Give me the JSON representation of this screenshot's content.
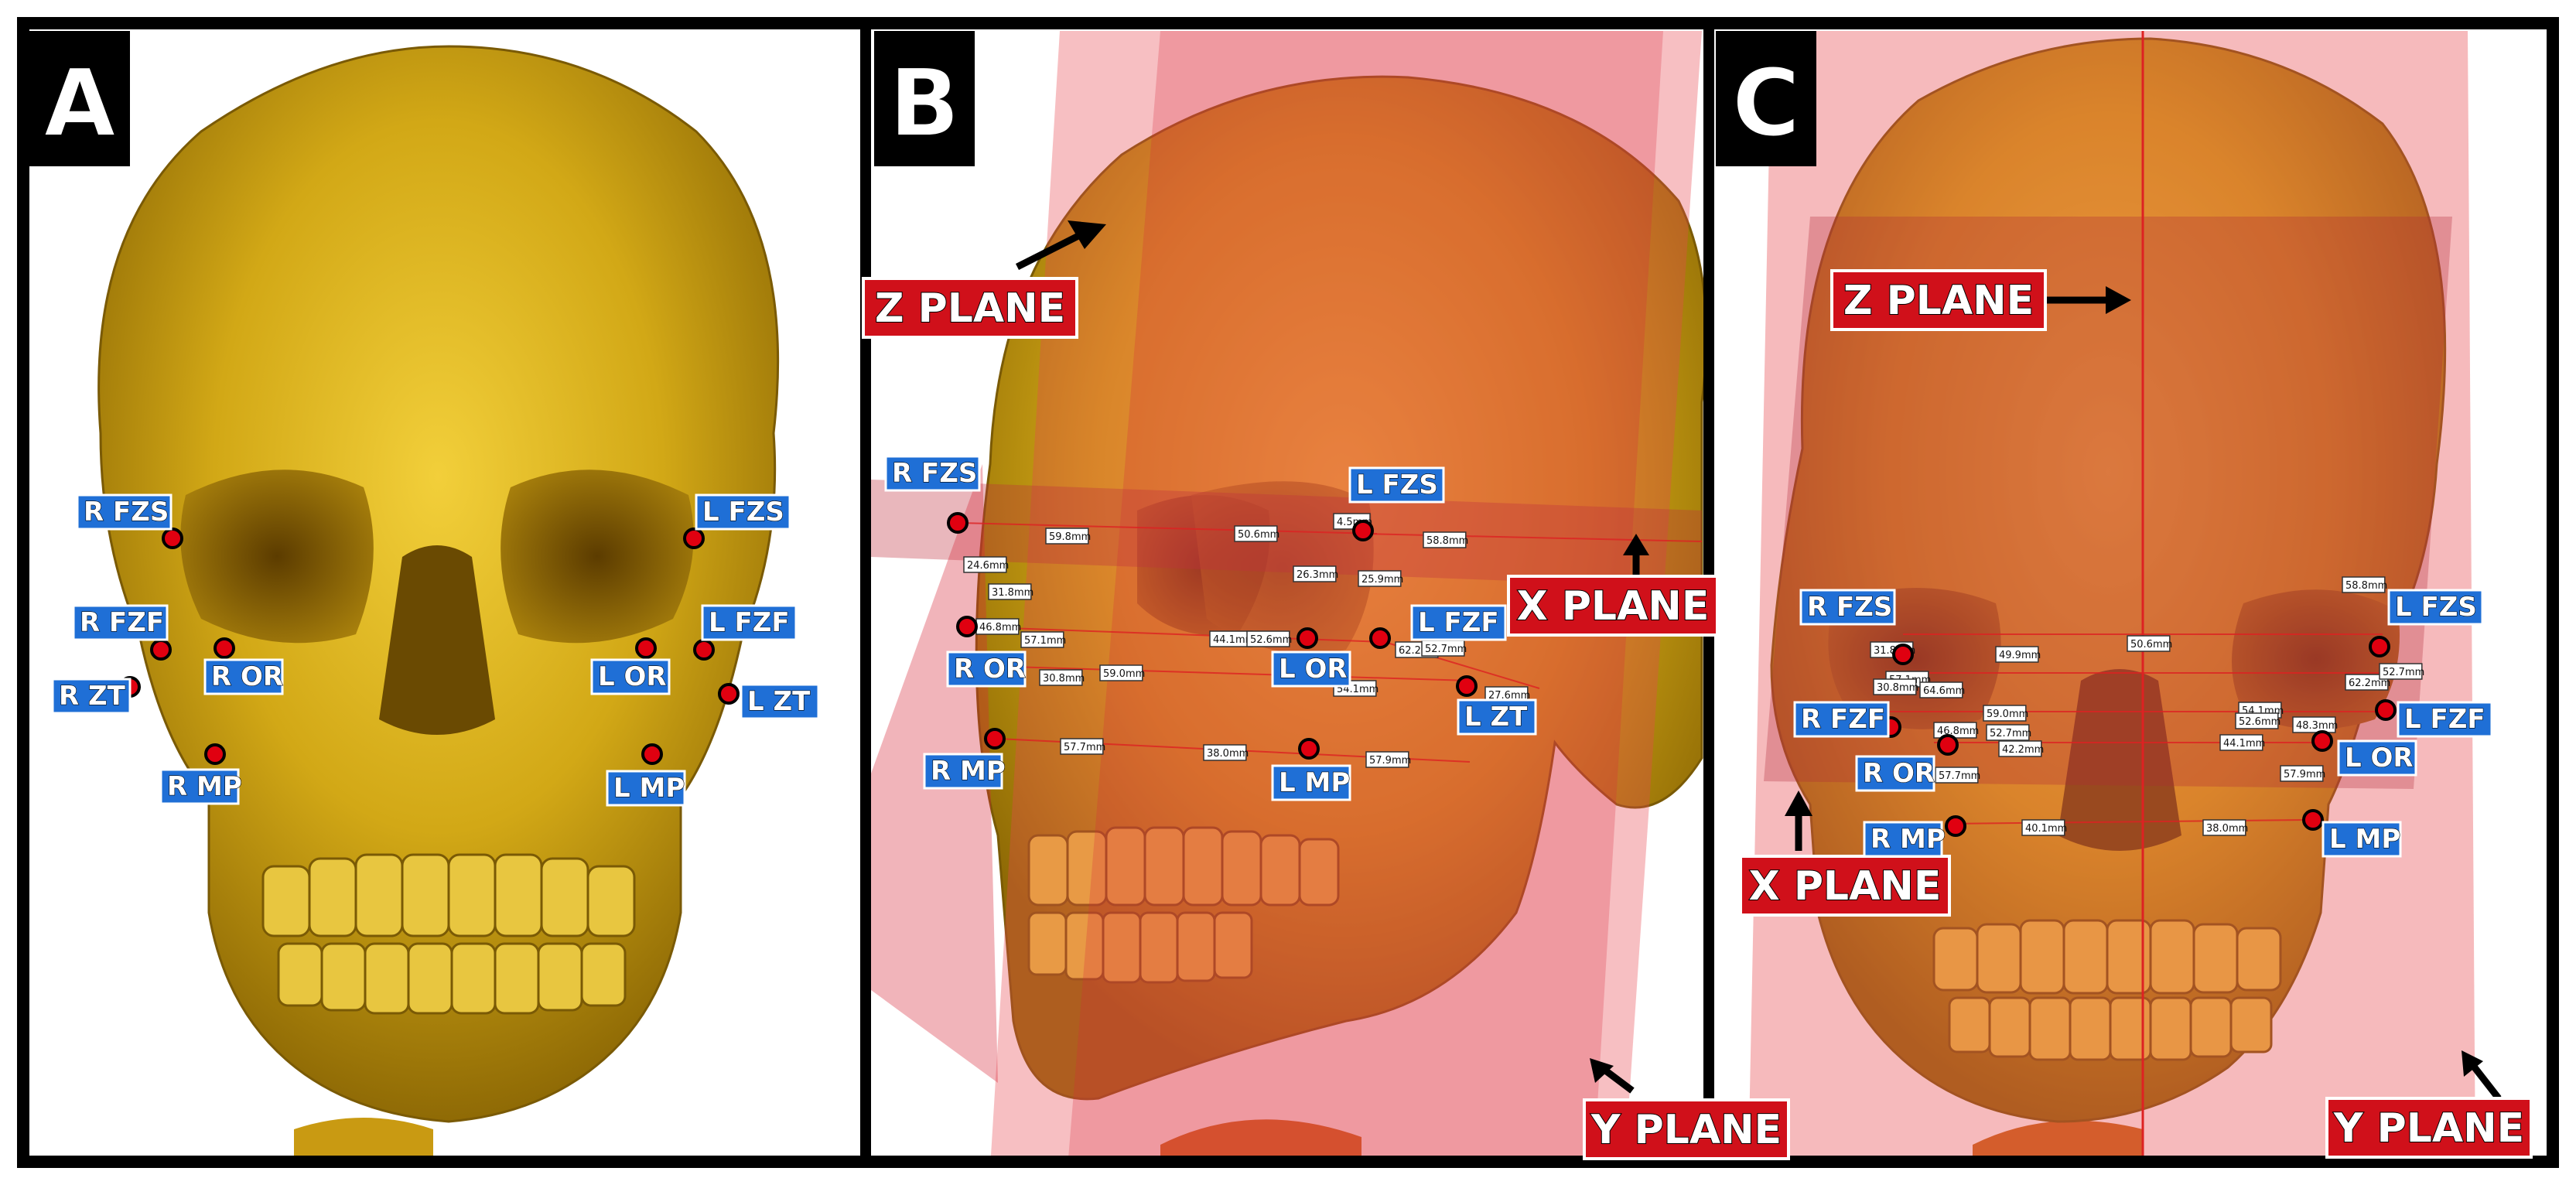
{
  "panels": {
    "A": {
      "letter": "A",
      "landmarks": [
        "R FZS",
        "L FZS",
        "R FZF",
        "L FZF",
        "R OR",
        "L OR",
        "R ZT",
        "L ZT",
        "R MP",
        "L MP"
      ]
    },
    "B": {
      "letter": "B",
      "landmarks": [
        "R FZS",
        "L FZS",
        "R OR",
        "L OR",
        "L FZF",
        "L ZT",
        "R MP",
        "L MP"
      ],
      "planes": [
        "Z PLANE",
        "X PLANE",
        "Y PLANE"
      ],
      "measurements": [
        "24.6mm",
        "59.8mm",
        "31.8mm",
        "46.8mm",
        "57.1mm",
        "30.8mm",
        "59.0mm",
        "57.7mm",
        "38.0mm",
        "50.6mm",
        "26.3mm",
        "25.9mm",
        "44.1mm",
        "52.6mm",
        "62.2mm",
        "52.7mm",
        "58.8mm",
        "54.1mm",
        "57.9mm",
        "27.6mm",
        "4.5mm"
      ]
    },
    "C": {
      "letter": "C",
      "landmarks": [
        "R FZS",
        "L FZS",
        "R FZF",
        "L FZF",
        "R OR",
        "L OR",
        "R MP",
        "L MP"
      ],
      "planes": [
        "Z PLANE",
        "X PLANE",
        "Y PLANE"
      ],
      "measurements": [
        "31.8mm",
        "57.1mm",
        "30.8mm",
        "64.6mm",
        "49.9mm",
        "59.0mm",
        "52.7mm",
        "42.2mm",
        "46.8mm",
        "57.7mm",
        "50.6mm",
        "58.8mm",
        "62.2mm",
        "52.7mm",
        "54.1mm",
        "52.6mm",
        "48.3mm",
        "44.1mm",
        "57.9mm",
        "40.1mm",
        "38.0mm"
      ]
    }
  },
  "colors": {
    "bone": "#d2a816",
    "landmark_label": "#1f6fd6",
    "plane_label": "#d0101a",
    "plane_fill": "#e8494f",
    "landmark_dot": "#e00010"
  }
}
